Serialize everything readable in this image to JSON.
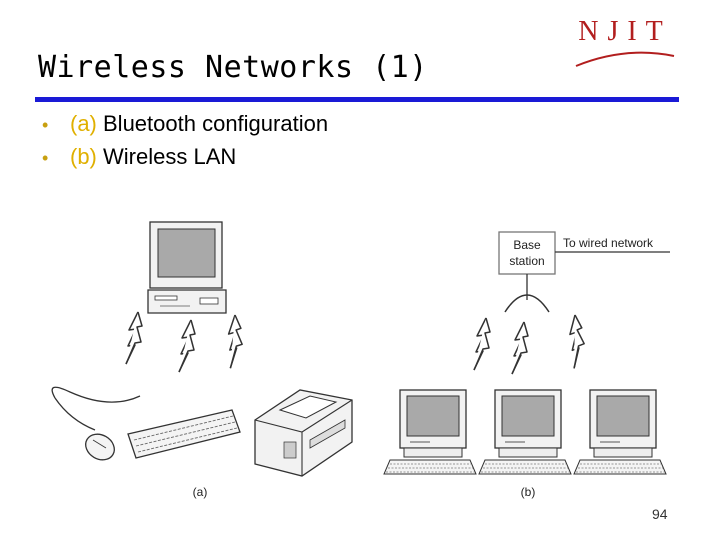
{
  "slide": {
    "title": "Wireless Networks (1)",
    "logo_text": "NJIT",
    "page_number": "94"
  },
  "bullets": [
    {
      "tag": "(a)",
      "text": " Bluetooth configuration"
    },
    {
      "tag": "(b)",
      "text": " Wireless LAN"
    }
  ],
  "diagram": {
    "label_a": "(a)",
    "label_b": "(b)",
    "base_station_line1": "Base",
    "base_station_line2": "station",
    "wired_network_label": "To wired network"
  },
  "colors": {
    "rule": "#1a1ad6",
    "bullet_tag": "#e0b000",
    "logo": "#b21e1e"
  }
}
